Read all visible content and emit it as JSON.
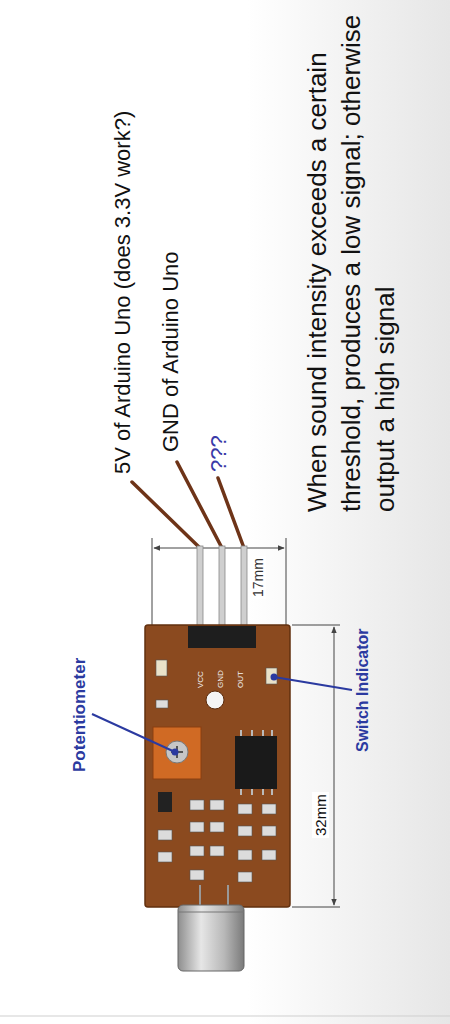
{
  "diagram": {
    "labels": [
      "5V of Arduino Uno (does 3.3V work?)",
      "GND of Arduino Uno",
      "???",
      "When sound intensity exceeds a certain threshold, produces a low signal; otherwise output a high signal",
      "17mm",
      "Potentiometer",
      "VCC",
      "GND",
      "OUT",
      "Switch Indicator",
      "32mm"
    ]
  }
}
